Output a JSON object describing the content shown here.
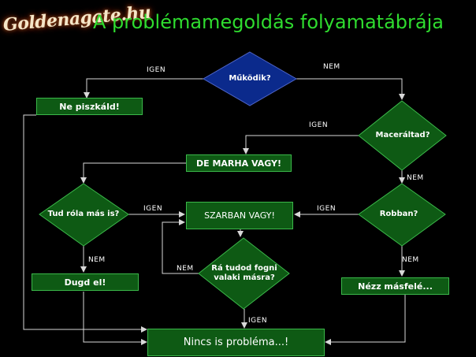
{
  "watermark": "Goldenagate.hu",
  "title": "A problémamegoldás folyamatábrája",
  "colors": {
    "background": "#000000",
    "node_fill": "#0e5a14",
    "node_border": "#3bb84a",
    "title": "#2fdc2f",
    "line": "#d8d8d8"
  },
  "nodes": {
    "mukodik": "Működik?",
    "ne_piszkald": "Ne piszkáld!",
    "maceraltad": "Maceráltad?",
    "de_marha": "DE MARHA VAGY!",
    "tud_rola": "Tud róla más is?",
    "szarban": "SZARBAN VAGY!",
    "robban": "Robban?",
    "ra_tudod_1": "Rá tudod fogni",
    "ra_tudod_2": "valaki másra?",
    "dugd_el": "Dugd el!",
    "nezz_masfele": "Nézz másfelé...",
    "nincs_problema": "Nincs is probléma...!"
  },
  "edges": {
    "mukodik_igen": "IGEN",
    "mukodik_nem": "NEM",
    "maceraltad_igen": "IGEN",
    "maceraltad_nem": "NEM",
    "tud_rola_igen": "IGEN",
    "tud_rola_nem": "NEM",
    "robban_igen": "IGEN",
    "robban_nem": "NEM",
    "ra_tudod_nem": "NEM",
    "ra_tudod_igen": "IGEN"
  }
}
